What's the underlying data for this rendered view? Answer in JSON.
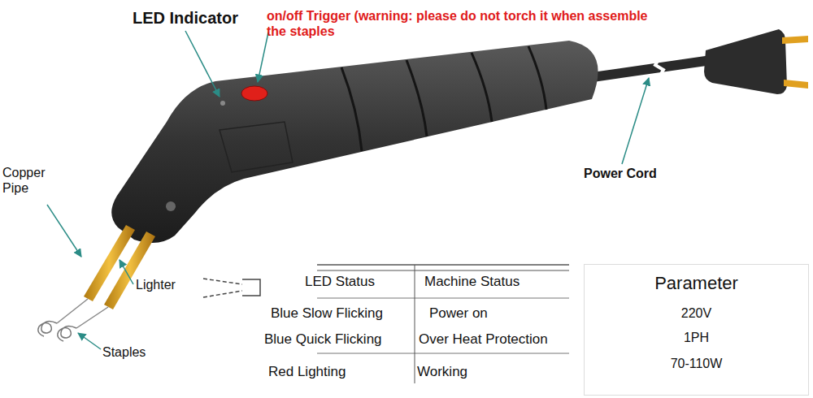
{
  "diagram": {
    "nodes": [
      {
        "text": [
          "Parameter",
          "220V",
          "1PH",
          "70-110W"
        ]
      }
    ],
    "labels": [
      "LED Indicator",
      "on/off Trigger (warning: please do not torch it when assemble the staples",
      "Copper Pipe",
      "Lighter",
      "Staples",
      "Power Cord",
      "LED Status",
      "Machine Status",
      "Blue Slow Flicking",
      "Power on",
      "Blue Quick Flicking",
      "Over Heat Protection",
      "Red Lighting",
      "Working"
    ]
  }
}
